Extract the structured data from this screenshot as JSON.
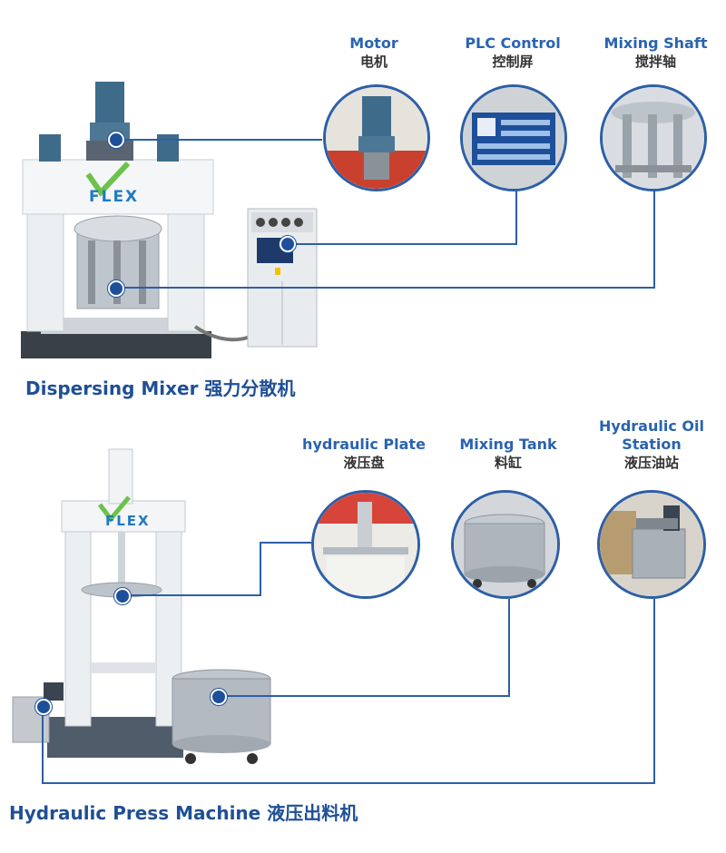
{
  "section1": {
    "title": "Dispersing Mixer 强力分散机",
    "logo": "FLEX",
    "callouts": [
      {
        "en": "Motor",
        "cn": "电机",
        "icon": "motor-icon"
      },
      {
        "en": "PLC Control",
        "cn": "控制屏",
        "icon": "plc-screen-icon"
      },
      {
        "en": "Mixing Shaft",
        "cn": "搅拌轴",
        "icon": "mixing-shaft-icon"
      }
    ]
  },
  "section2": {
    "title": "Hydraulic Press Machine 液压出料机",
    "logo": "FLEX",
    "callouts": [
      {
        "en": "hydraulic Plate",
        "cn": "液压盘",
        "icon": "hydraulic-plate-icon"
      },
      {
        "en": "Mixing Tank",
        "cn": "料缸",
        "icon": "mixing-tank-icon"
      },
      {
        "en": "Hydraulic Oil Station",
        "cn": "液压油站",
        "icon": "oil-station-icon"
      }
    ]
  },
  "colors": {
    "accent": "#2d5fa6",
    "title": "#1f4f96",
    "logo": "#1f7ac0",
    "logo_check": "#6cc24a"
  }
}
